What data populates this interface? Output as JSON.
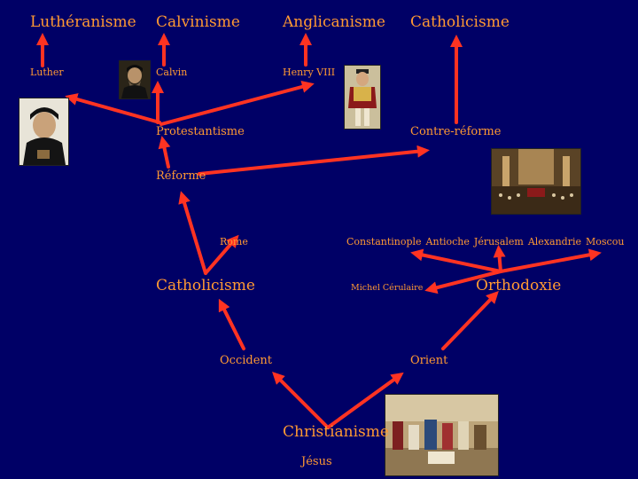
{
  "top_row": {
    "lutheranisme": "Luthéranisme",
    "calvinisme": "Calvinisme",
    "anglicanisme": "Anglicanisme",
    "catholicisme": "Catholicisme"
  },
  "reformers": {
    "luther": "Luther",
    "calvin": "Calvin",
    "henry": "Henry VIII"
  },
  "movements": {
    "protestantisme": "Protestantisme",
    "contre_reforme": "Contre-réforme",
    "reforme": "Réforme"
  },
  "west": {
    "rome": "Rome",
    "catholicisme": "Catholicisme",
    "occident": "Occident"
  },
  "east": {
    "patriarchates": [
      "Constantinople",
      "Antioche",
      "Jérusalem",
      "Alexandrie",
      "Moscou"
    ],
    "cerulaire": "Michel Cérulaire",
    "orthodoxie": "Orthodoxie",
    "orient": "Orient"
  },
  "root": {
    "christianisme": "Christianisme",
    "jesus": "Jésus"
  },
  "colors": {
    "background": "#000066",
    "text": "#FF9933",
    "arrow": "#FF3322"
  },
  "portraits": [
    "luther-portrait",
    "calvin-portrait",
    "henry-viii-portrait",
    "council-of-trent-painting",
    "early-church-painting"
  ]
}
